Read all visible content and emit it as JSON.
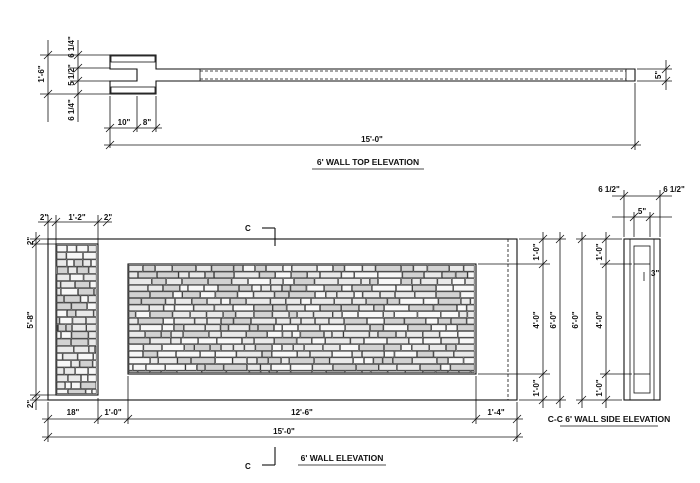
{
  "top_elevation": {
    "title": "6' WALL TOP ELEVATION",
    "dims": {
      "top_quarter": "6 1/4\"",
      "left_overall": "1'-6\"",
      "middle_half": "5 1/2\"",
      "bottom_quarter": "6 1/4\"",
      "width_10": "10\"",
      "width_8": "8\"",
      "overall": "15'-0\"",
      "thickness": "5\""
    }
  },
  "wall_elevation": {
    "title": "6' WALL ELEVATION",
    "section_marker": "C",
    "dims": {
      "top_2_left": "2\"",
      "top_1_2": "1'-2\"",
      "top_2_right": "2\"",
      "left_2_top": "2\"",
      "left_5_8": "5'-8\"",
      "left_2_bottom": "2\"",
      "bottom_18": "18\"",
      "bottom_1_0": "1'-0\"",
      "bottom_12_6": "12'-6\"",
      "bottom_1_4": "1'-4\"",
      "overall": "15'-0\"",
      "right_1_0_top": "1'-0\"",
      "right_4_0": "4'-0\"",
      "right_1_0_bottom": "1'-0\"",
      "right_6_0": "6'-0\""
    }
  },
  "side_elevation": {
    "title": "C-C 6' WALL SIDE ELEVATION",
    "dims": {
      "top_left": "6 1/2\"",
      "top_right": "6 1/2\"",
      "top_mid": "5\"",
      "inner": "3\"",
      "left_1_0_top": "1'-0\"",
      "left_4_0": "4'-0\"",
      "left_1_0_bottom": "1'-0\"",
      "left_6_0": "6'-0\""
    }
  }
}
